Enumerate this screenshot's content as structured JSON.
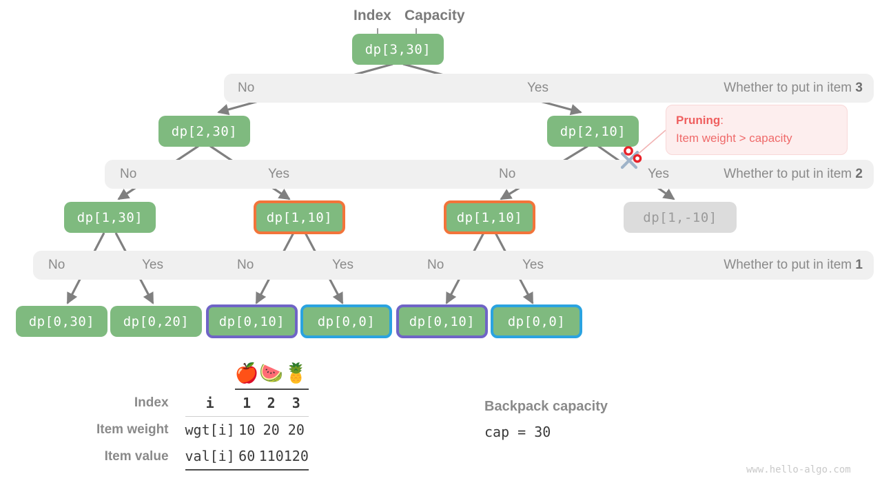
{
  "headers": {
    "index_label": "Index",
    "capacity_label": "Capacity"
  },
  "bands": [
    {
      "id": "item3",
      "right_text": "Whether to put in item ",
      "right_bold": "3",
      "choices": [
        {
          "label": "No"
        },
        {
          "label": "Yes"
        }
      ]
    },
    {
      "id": "item2",
      "right_text": "Whether to put in item ",
      "right_bold": "2",
      "choices": [
        {
          "label": "No"
        },
        {
          "label": "Yes"
        },
        {
          "label": "No"
        },
        {
          "label": "Yes"
        }
      ]
    },
    {
      "id": "item1",
      "right_text": "Whether to put in item ",
      "right_bold": "1",
      "choices": [
        {
          "label": "No"
        },
        {
          "label": "Yes"
        },
        {
          "label": "No"
        },
        {
          "label": "Yes"
        },
        {
          "label": "No"
        },
        {
          "label": "Yes"
        }
      ]
    }
  ],
  "nodes": {
    "root": "dp[3,30]",
    "l2_left": "dp[2,30]",
    "l2_right": "dp[2,10]",
    "l3_a": "dp[1,30]",
    "l3_b": "dp[1,10]",
    "l3_c": "dp[1,10]",
    "l3_d": "dp[1,-10]",
    "l4_a": "dp[0,30]",
    "l4_b": "dp[0,20]",
    "l4_c": "dp[0,10]",
    "l4_d": "dp[0,0]",
    "l4_e": "dp[0,10]",
    "l4_f": "dp[0,0]"
  },
  "pruning": {
    "title": "Pruning",
    "colon": ":",
    "detail": "Item weight > capacity"
  },
  "table": {
    "items": [
      {
        "emoji": "🍎",
        "name": "apple"
      },
      {
        "emoji": "🍉",
        "name": "watermelon"
      },
      {
        "emoji": "🍍",
        "name": "pineapple"
      }
    ],
    "rows": [
      {
        "label": "Index",
        "key": "i",
        "values": [
          "1",
          "2",
          "3"
        ],
        "bold": true
      },
      {
        "label": "Item weight",
        "key": "wgt[i]",
        "values": [
          "10",
          "20",
          "20"
        ],
        "bold": false
      },
      {
        "label": "Item value",
        "key": "val[i]",
        "values": [
          "60",
          "110",
          "120"
        ],
        "bold": false
      }
    ]
  },
  "capacity": {
    "title": "Backpack capacity",
    "value": "cap = 30"
  },
  "watermark": "www.hello-algo.com",
  "colors": {
    "node_green": "#7fba7f",
    "node_muted": "#dcdcdc",
    "border_orange": "#f2743a",
    "border_purple": "#6f64c6",
    "border_blue": "#2aa3e0",
    "band_gray": "#f0f0f0",
    "arrow_gray": "#808080",
    "prune_red": "#ef5f5f",
    "text_gray": "#8a8a8a"
  }
}
